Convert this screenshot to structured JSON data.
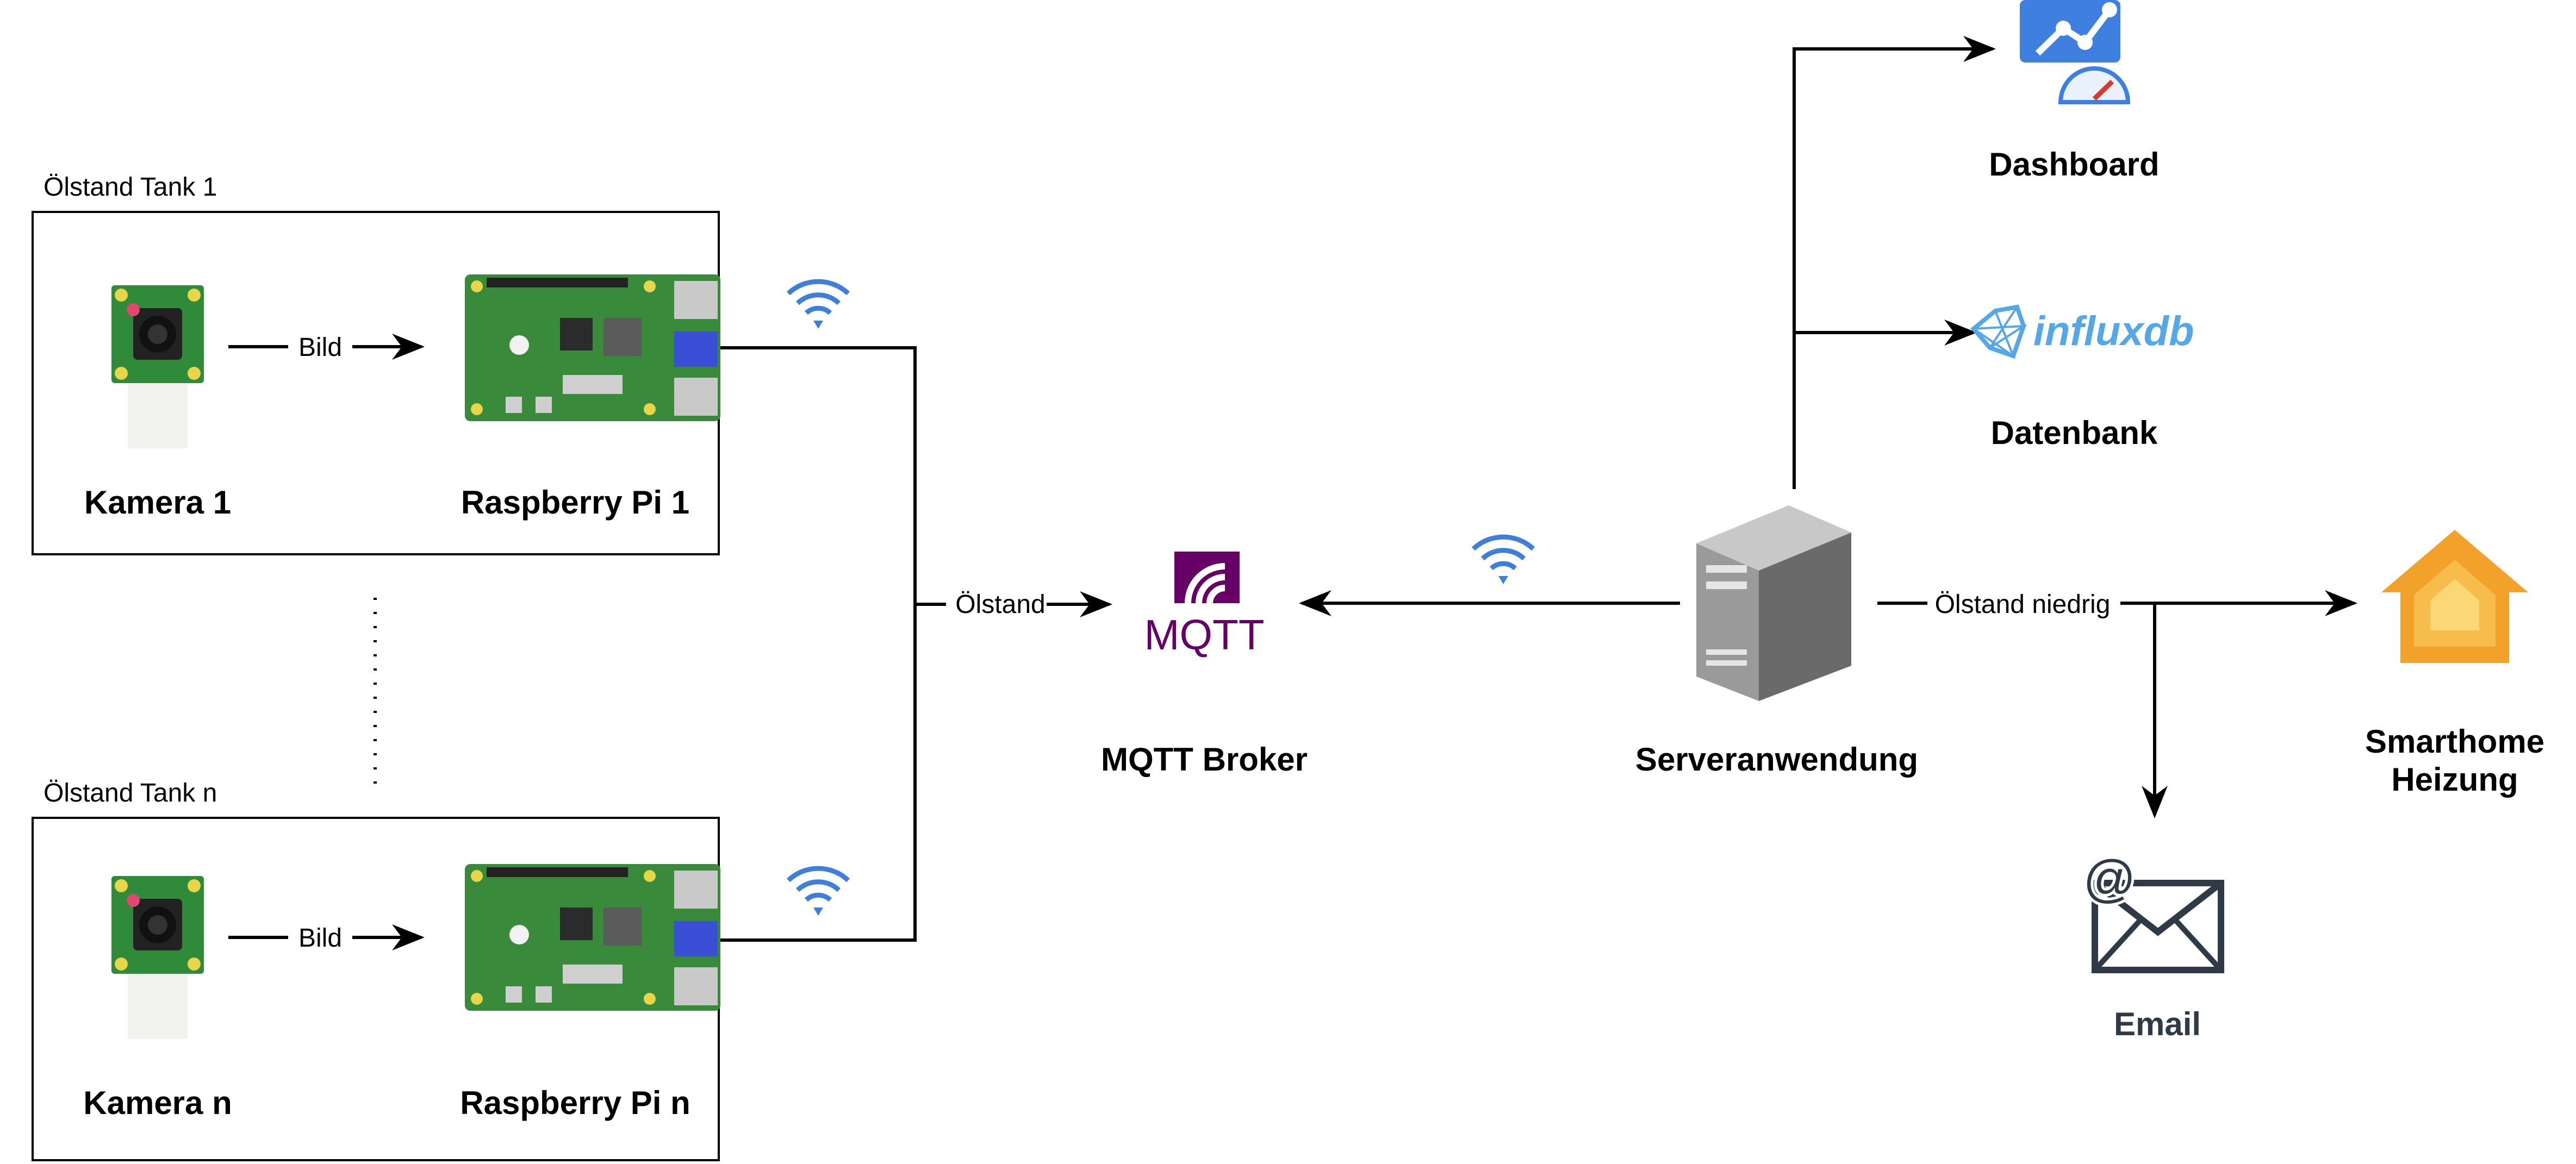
{
  "tanks": [
    {
      "group_title": "Ölstand Tank 1",
      "camera": "Kamera 1",
      "pi": "Raspberry Pi 1",
      "edge": "Bild"
    },
    {
      "group_title": "Ölstand Tank n",
      "camera": "Kamera n",
      "pi": "Raspberry Pi n",
      "edge": "Bild"
    }
  ],
  "mqtt": {
    "logo": "MQTT",
    "label": "MQTT Broker",
    "edge_in": "Ölstand"
  },
  "server": {
    "label": "Serveranwendung",
    "edge_low": "Ölstand niedrig"
  },
  "targets": {
    "dashboard": "Dashboard",
    "database_logo": "influxdb",
    "database": "Datenbank",
    "smarthome": "Smarthome\nHeizung",
    "smarthome_line1": "Smarthome",
    "smarthome_line2": "Heizung",
    "email": "Email"
  },
  "colors": {
    "wifi": "#3f7fd8",
    "mqtt": "#660066",
    "influx": "#56a7e8",
    "pcb": "#3a8a3c",
    "server": "#7a7a7a",
    "home": "#f2a12b",
    "dashboard": "#3f7fe0"
  }
}
